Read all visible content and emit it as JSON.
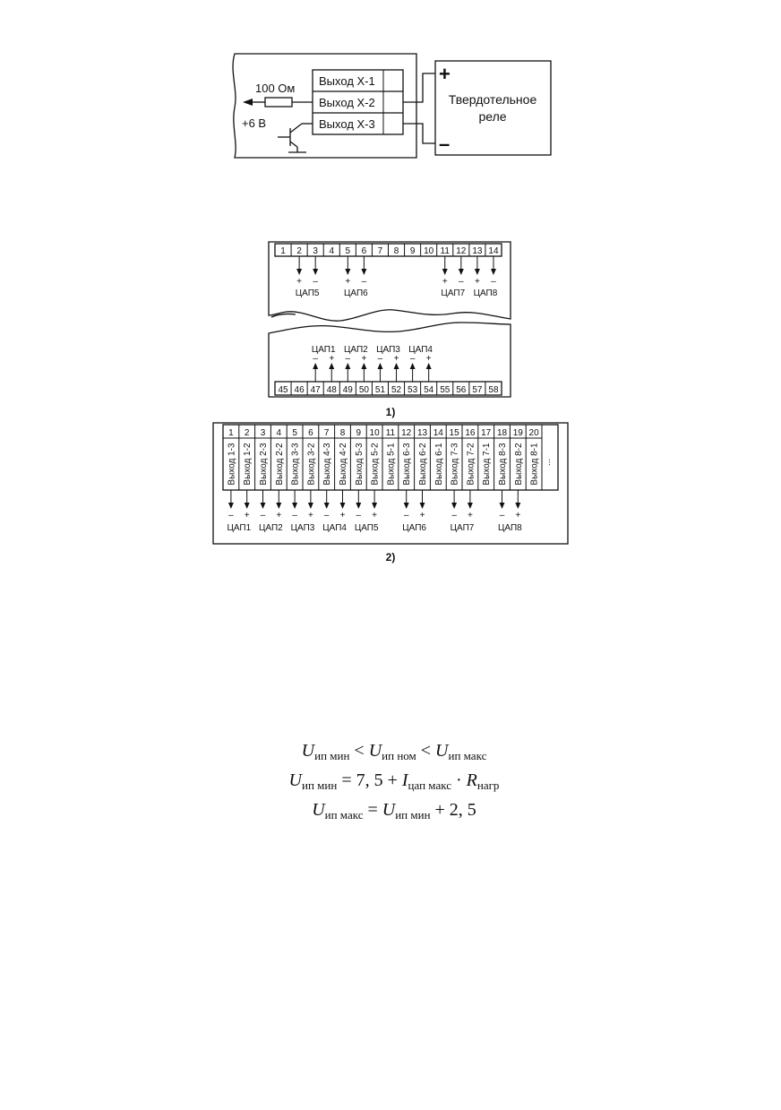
{
  "fig_relay": {
    "resistor": "100 Ом",
    "voltage": "+6 В",
    "outputs": [
      "Выход Х-1",
      "Выход Х-2",
      "Выход Х-3"
    ],
    "relay_lines": [
      "Твердотельное",
      "реле"
    ],
    "plus": "+",
    "minus": "–"
  },
  "fig1": {
    "top_terminals": [
      "1",
      "2",
      "3",
      "4",
      "5",
      "6",
      "7",
      "8",
      "9",
      "10",
      "11",
      "12",
      "13",
      "14"
    ],
    "bottom_terminals": [
      "45",
      "46",
      "47",
      "48",
      "49",
      "50",
      "51",
      "52",
      "53",
      "54",
      "55",
      "56",
      "57",
      "58"
    ],
    "top_dac": [
      {
        "label": "ЦАП5",
        "plus_terminal": "2",
        "minus_terminal": "3"
      },
      {
        "label": "ЦАП6",
        "plus_terminal": "5",
        "minus_terminal": "6"
      },
      {
        "label": "ЦАП7",
        "plus_terminal": "11",
        "minus_terminal": "12"
      },
      {
        "label": "ЦАП8",
        "plus_terminal": "13",
        "minus_terminal": "14"
      }
    ],
    "bottom_dac": [
      {
        "label": "ЦАП1",
        "minus_terminal": "47",
        "plus_terminal": "48"
      },
      {
        "label": "ЦАП2",
        "minus_terminal": "49",
        "plus_terminal": "50"
      },
      {
        "label": "ЦАП3",
        "minus_terminal": "51",
        "plus_terminal": "52"
      },
      {
        "label": "ЦАП4",
        "minus_terminal": "53",
        "plus_terminal": "54"
      }
    ],
    "caption": "1)"
  },
  "fig2": {
    "numbers": [
      "1",
      "2",
      "3",
      "4",
      "5",
      "6",
      "7",
      "8",
      "9",
      "10",
      "11",
      "12",
      "13",
      "14",
      "15",
      "16",
      "17",
      "18",
      "19",
      "20"
    ],
    "outputs": [
      "Выход 1-3",
      "Выход 1-2",
      "Выход 2-3",
      "Выход 2-2",
      "Выход 3-3",
      "Выход 3-2",
      "Выход 4-3",
      "Выход 4-2",
      "Выход 5-3",
      "Выход 5-2",
      "Выход 5-1",
      "Выход 6-3",
      "Выход 6-2",
      "Выход 6-1",
      "Выход 7-3",
      "Выход 7-2",
      "Выход 7-1",
      "Выход 8-3",
      "Выход 8-2",
      "Выход 8-1"
    ],
    "ellipsis": "...",
    "dac": [
      {
        "label": "ЦАП1",
        "minus_terminal": "1",
        "plus_terminal": "2"
      },
      {
        "label": "ЦАП2",
        "minus_terminal": "3",
        "plus_terminal": "4"
      },
      {
        "label": "ЦАП3",
        "minus_terminal": "5",
        "plus_terminal": "6"
      },
      {
        "label": "ЦАП4",
        "minus_terminal": "7",
        "plus_terminal": "8"
      },
      {
        "label": "ЦАП5",
        "minus_terminal": "9",
        "plus_terminal": "10"
      },
      {
        "label": "ЦАП6",
        "minus_terminal": "12",
        "plus_terminal": "13"
      },
      {
        "label": "ЦАП7",
        "minus_terminal": "15",
        "plus_terminal": "16"
      },
      {
        "label": "ЦАП8",
        "minus_terminal": "18",
        "plus_terminal": "19"
      }
    ],
    "caption": "2)"
  },
  "formulas": {
    "U": "U",
    "I": "I",
    "R": "R",
    "sub_min": "ип мин",
    "sub_nom": "ип ном",
    "sub_max": "ип макс",
    "sub_i": "цап макс",
    "sub_r": "нагр",
    "lt": " < ",
    "eq": " = ",
    "f2_const": "7, 5 + ",
    "dot": " · ",
    "f3_add": " + 2, 5"
  }
}
